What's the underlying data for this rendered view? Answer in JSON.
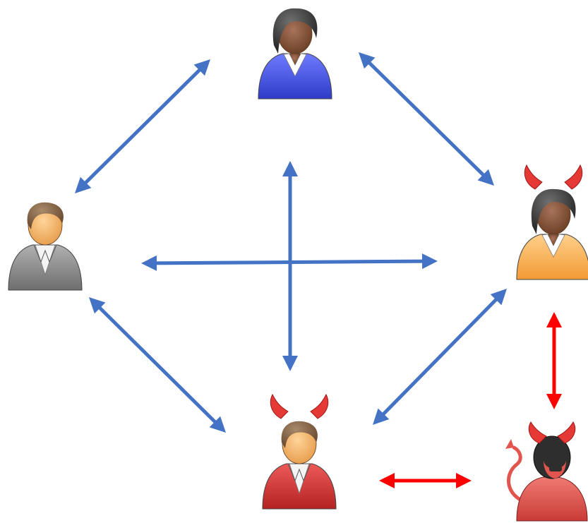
{
  "colors": {
    "background": "#ffffff",
    "honest_link": "#4472C4",
    "malicious_link": "#FF0000",
    "horn": "#E53935",
    "skin_dark": "#8B5A3C",
    "skin_light": "#F2B56B",
    "hair_dark": "#3A3A3A",
    "hair_brown": "#8A6A4A",
    "suit_blue": "#3F4FE0",
    "suit_gray": "#8C8C8C",
    "suit_orange": "#F7B04F",
    "suit_red": "#D43535",
    "devil_body": "#E2554F",
    "devil_head": "#2E2E2E"
  },
  "nodes": [
    {
      "id": "top-person",
      "icon": "person-icon",
      "variant": "woman-dark",
      "suit": "blue",
      "horns": false
    },
    {
      "id": "left-person",
      "icon": "person-icon",
      "variant": "man-light",
      "suit": "gray",
      "horns": false
    },
    {
      "id": "right-person",
      "icon": "person-icon",
      "variant": "woman-dark",
      "suit": "orange",
      "horns": true
    },
    {
      "id": "bottom-person",
      "icon": "person-icon",
      "variant": "man-light",
      "suit": "red",
      "horns": true
    },
    {
      "id": "devil",
      "icon": "devil-icon",
      "variant": "devil",
      "suit": "red",
      "horns": true
    }
  ],
  "edges": [
    {
      "from": "top-person",
      "to": "left-person",
      "kind": "honest"
    },
    {
      "from": "top-person",
      "to": "right-person",
      "kind": "honest"
    },
    {
      "from": "left-person",
      "to": "bottom-person",
      "kind": "honest"
    },
    {
      "from": "right-person",
      "to": "bottom-person",
      "kind": "honest"
    },
    {
      "from": "top-person",
      "to": "bottom-person",
      "kind": "honest"
    },
    {
      "from": "left-person",
      "to": "right-person",
      "kind": "honest"
    },
    {
      "from": "right-person",
      "to": "devil",
      "kind": "malicious"
    },
    {
      "from": "bottom-person",
      "to": "devil",
      "kind": "malicious"
    }
  ]
}
